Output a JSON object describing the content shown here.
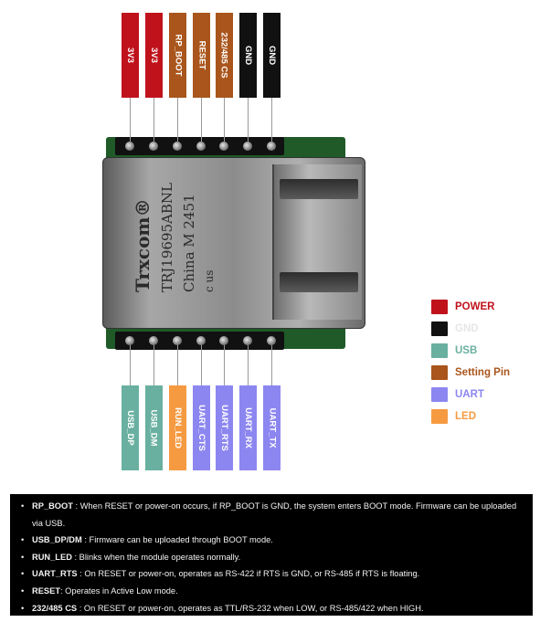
{
  "colors": {
    "power": "#c0121b",
    "gnd": "#111111",
    "usb": "#69b0a0",
    "setting_pin": "#a9551c",
    "uart": "#8c86f0",
    "led": "#f59a40"
  },
  "top_pins": [
    {
      "label": "3V3",
      "type": "power"
    },
    {
      "label": "3V3",
      "type": "power"
    },
    {
      "label": "RP_BOOT",
      "type": "setting_pin"
    },
    {
      "label": "RESET",
      "type": "setting_pin"
    },
    {
      "label": "232/485 CS",
      "type": "setting_pin"
    },
    {
      "label": "GND",
      "type": "gnd"
    },
    {
      "label": "GND",
      "type": "gnd"
    }
  ],
  "bottom_pins": [
    {
      "label": "USB_DP",
      "type": "usb"
    },
    {
      "label": "USB_DM",
      "type": "usb"
    },
    {
      "label": "RUN_LED",
      "type": "led"
    },
    {
      "label": "UART_CTS",
      "type": "uart"
    },
    {
      "label": "UART_RTS",
      "type": "uart"
    },
    {
      "label": "UART_RX",
      "type": "uart"
    },
    {
      "label": "UART_TX",
      "type": "uart"
    }
  ],
  "jack_marking": {
    "brand": "Trxcom®",
    "part": "TRJ19695ABNL",
    "origin": "China M 2451",
    "cert": "c us"
  },
  "legend": [
    {
      "label": "POWER",
      "type": "power",
      "text_color": "#c0121b"
    },
    {
      "label": "GND",
      "type": "gnd",
      "text_color": "#e6e6e6"
    },
    {
      "label": "USB",
      "type": "usb",
      "text_color": "#69b0a0"
    },
    {
      "label": "Setting Pin",
      "type": "setting_pin",
      "text_color": "#a9551c"
    },
    {
      "label": "UART",
      "type": "uart",
      "text_color": "#8c86f0"
    },
    {
      "label": "LED",
      "type": "led",
      "text_color": "#f59a40"
    }
  ],
  "notes": [
    {
      "term": "RP_BOOT",
      "text": " : When RESET or power-on occurs, if RP_BOOT is GND, the system enters BOOT mode. Firmware can be uploaded via USB."
    },
    {
      "term": "USB_DP/DM",
      "text": " : Firmware can be uploaded through BOOT mode."
    },
    {
      "term": "RUN_LED",
      "text": " : Blinks when the module operates normally."
    },
    {
      "term": "UART_RTS",
      "text": " : On RESET or power-on, operates as RS-422 if RTS is GND, or RS-485 if RTS is floating."
    },
    {
      "term": "RESET",
      "text": ": Operates in Active Low mode."
    },
    {
      "term": "232/485 CS",
      "text": " : On RESET or power-on, operates as TTL/RS-232 when LOW, or RS-485/422 when HIGH."
    }
  ]
}
